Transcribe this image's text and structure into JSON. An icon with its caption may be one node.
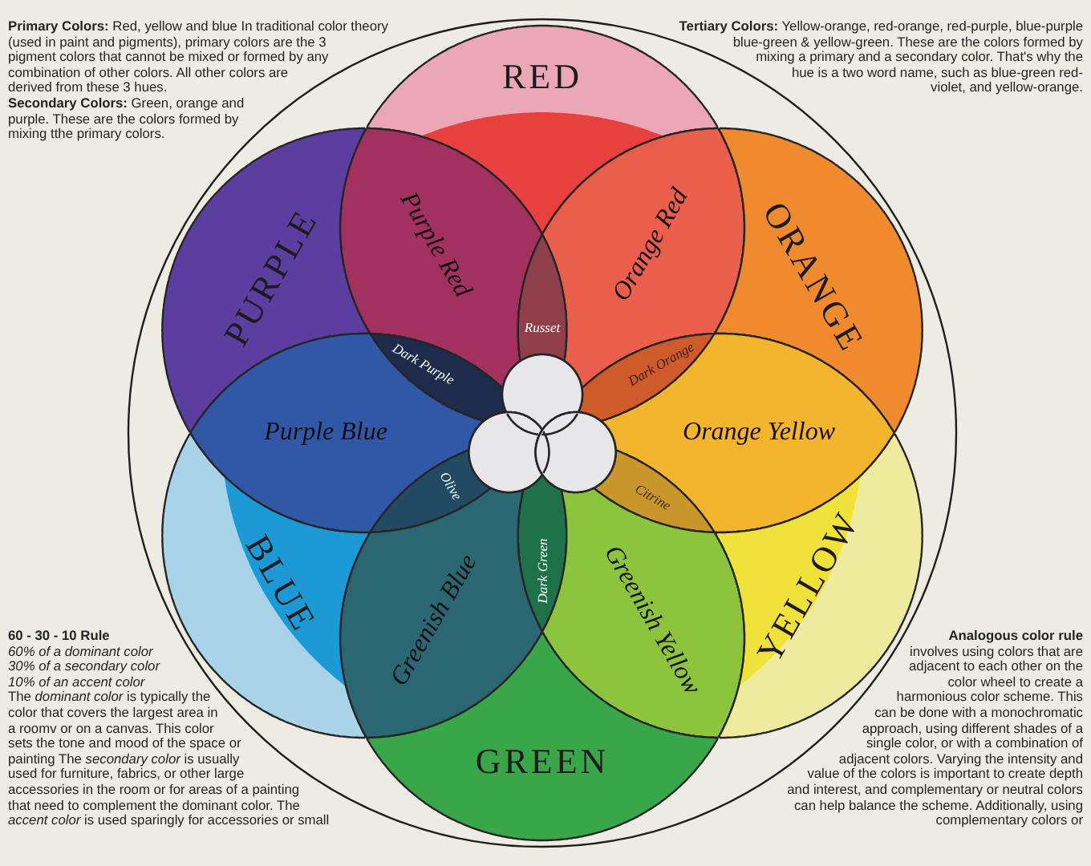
{
  "diagram": {
    "nodes": [
      {
        "text": [
          "RED"
        ]
      },
      {
        "text": [
          "Purple Red"
        ]
      },
      {
        "text": [
          "Orange Red"
        ]
      },
      {
        "text": [
          "Russet"
        ]
      },
      {
        "text": [
          "PURPLE"
        ]
      },
      {
        "text": [
          "ORANGE"
        ]
      },
      {
        "text": [
          "Dark Purple"
        ]
      },
      {
        "text": [
          "Dark Orange"
        ]
      },
      {
        "text": [
          "Purple Blue"
        ]
      },
      {
        "text": [
          "Orange Yellow"
        ]
      },
      {
        "text": [],
        "shape": "circle"
      },
      {
        "text": [],
        "shape": "circle"
      },
      {
        "text": [],
        "shape": "circle"
      },
      {
        "text": [
          "Olive"
        ]
      },
      {
        "text": [
          "Citrine"
        ]
      },
      {
        "text": [
          "Dark Green"
        ]
      },
      {
        "text": [
          "Greenish Blue"
        ]
      },
      {
        "text": [
          "Greenish Yellow"
        ]
      },
      {
        "text": [
          "BLUE"
        ]
      },
      {
        "text": [
          "YELLOW"
        ]
      },
      {
        "text": [
          "GREEN"
        ]
      }
    ],
    "labels": [
      "**Primary Colors:** Red, yellow and blue In traditional color theory (used in paint and pigments), primary colors are the 3 pigment colors that cannot be mixed or formed by any combination of other colors. All other colors are derived from these 3 hues.",
      "**Secondary Colors:** Green, orange and purple. These are the colors formed by mixing tthe primary colors.",
      "**Tertiary Colors:** Yellow-orange, red-orange, red-purple, blue-purple blue-green & yellow-green. These are the colors formed by mixing a primary and a secondary color. That's why the hue is a two word name, such as blue-green red-violet, and yellow-orange.",
      "60 - 30 - 10 Rule",
      "60% of a dominant color",
      "30% of a secondary color",
      "10% of an accent color",
      "The *dominant color* is typically the color that covers the largest area in a roomv or on a canvas. This color sets the tone and mood of the space or painting The *secondary color* is usually used for furniture, fabrics, or other large accessories in the room or for areas of a painting that need to complement the dominant color. The *accent color* is used sparingly for accessories or small",
      "Analogous color rule",
      "involves using colors that are adjacent to each other on the color wheel to create a harmonious color scheme. This can be done with a monochromatic approach, using different shades of a single color, or with a combination of adjacent colors. Varying the intensity and value of the colors is important to create depth and interest, and complementary or neutral colors can help balance the scheme. Additionally, using complementary colors or"
    ]
  }
}
